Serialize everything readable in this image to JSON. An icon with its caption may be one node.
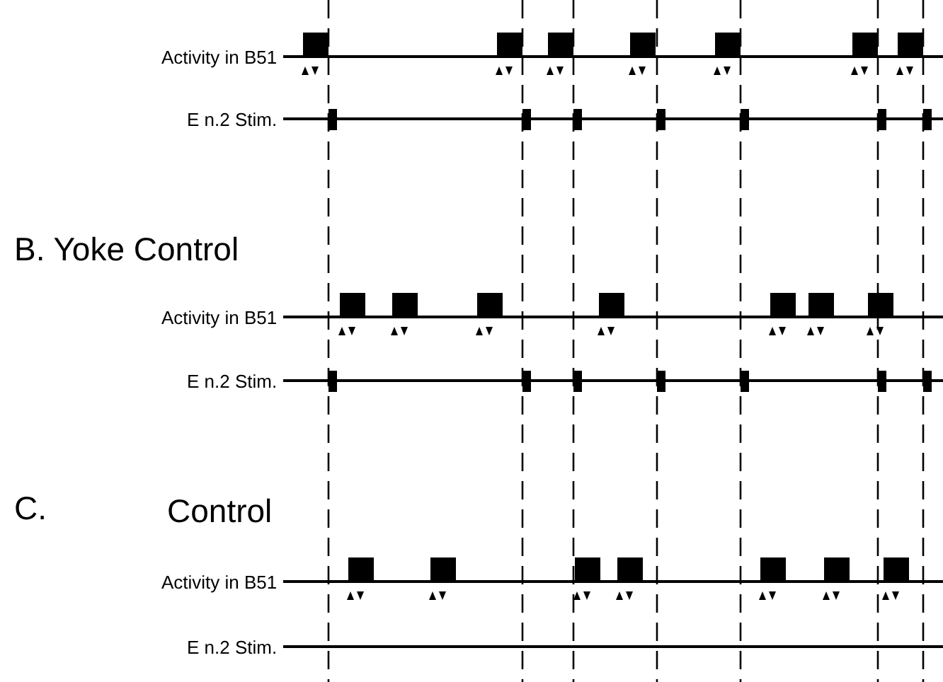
{
  "diagram": {
    "labels": [
      "Activity in B51",
      "E n.2 Stim.",
      "B. Yoke Control",
      "Activity in B51",
      "E n.2 Stim.",
      "C.",
      "Control",
      "Activity in B51",
      "E n.2 Stim."
    ]
  }
}
